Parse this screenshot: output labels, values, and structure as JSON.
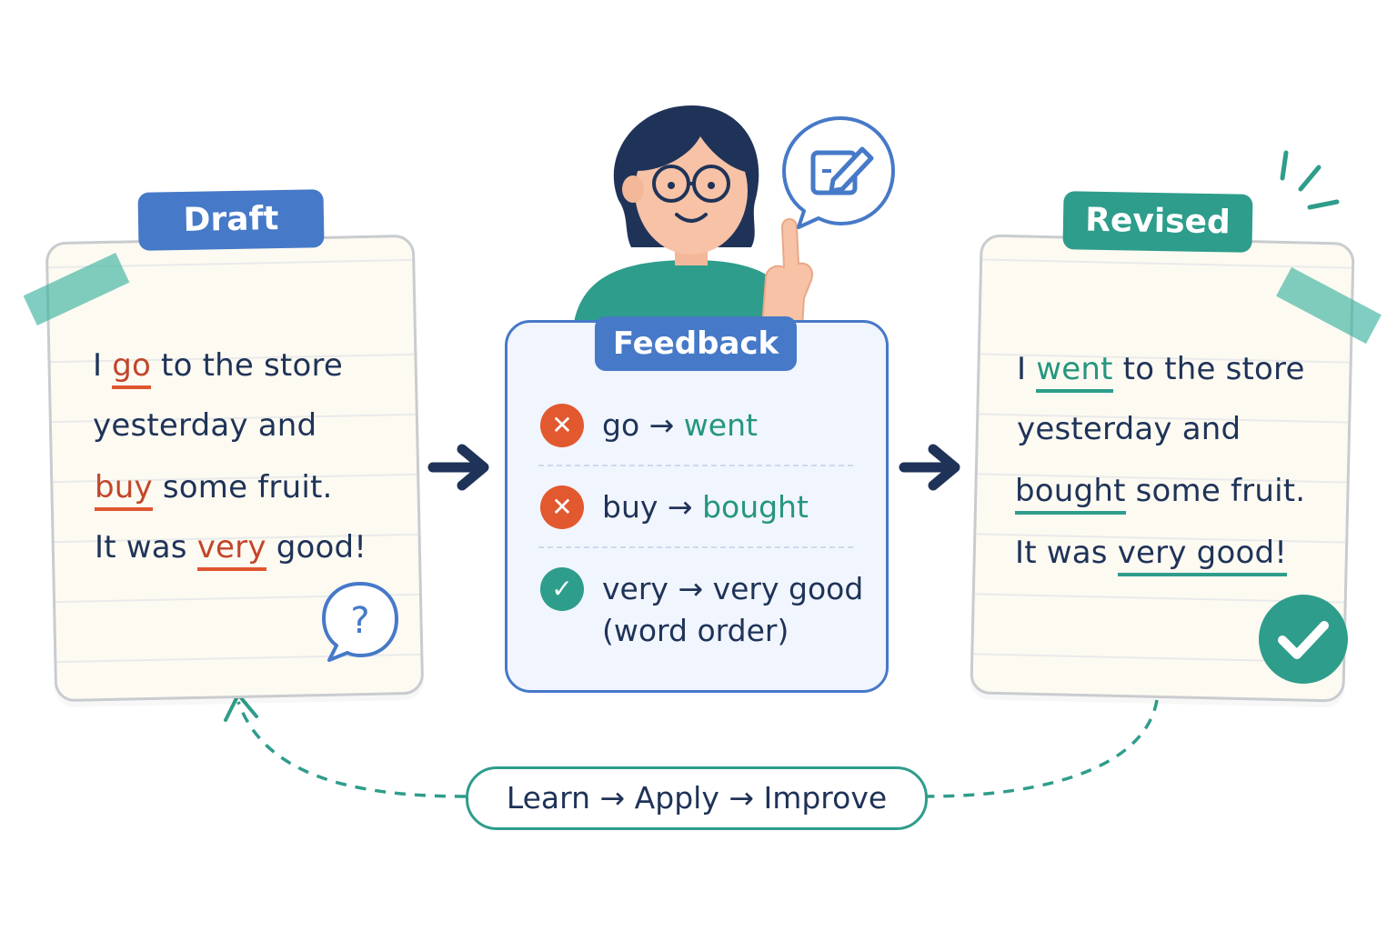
{
  "draft": {
    "tag": "Draft",
    "lines": [
      {
        "pre": "I ",
        "err": "go",
        "post": " to the store"
      },
      {
        "pre": "yesterday and",
        "err": "",
        "post": ""
      },
      {
        "pre": "",
        "err": "buy",
        "post": " some fruit."
      },
      {
        "pre": "It was ",
        "err": "very",
        "post": " good!"
      }
    ]
  },
  "feedback": {
    "tag": "Feedback",
    "items": [
      {
        "status": "error",
        "from": "go",
        "arrow": "→",
        "to": "went",
        "note": ""
      },
      {
        "status": "error",
        "from": "buy",
        "arrow": "→",
        "to": "bought",
        "note": ""
      },
      {
        "status": "ok",
        "from": "very",
        "arrow": "→",
        "to": "very good",
        "note": "(word order)"
      }
    ]
  },
  "revised": {
    "tag": "Revised",
    "lines": [
      {
        "pre": "I ",
        "fix": "went",
        "post": " to the store"
      },
      {
        "pre": "yesterday and",
        "fix": "",
        "post": ""
      },
      {
        "pre": "",
        "fix": "bought",
        "post": " some fruit."
      },
      {
        "pre": "It was ",
        "fix": "very good!",
        "post": ""
      }
    ]
  },
  "loop": {
    "label": "Learn → Apply → Improve"
  },
  "icons": {
    "error": "x-icon",
    "ok": "check-icon",
    "question": "question-bubble-icon",
    "edit": "edit-bubble-icon"
  },
  "colors": {
    "blue": "#4679c8",
    "teal": "#2e9d8b",
    "error": "#e2582f",
    "navy": "#1f3358"
  }
}
